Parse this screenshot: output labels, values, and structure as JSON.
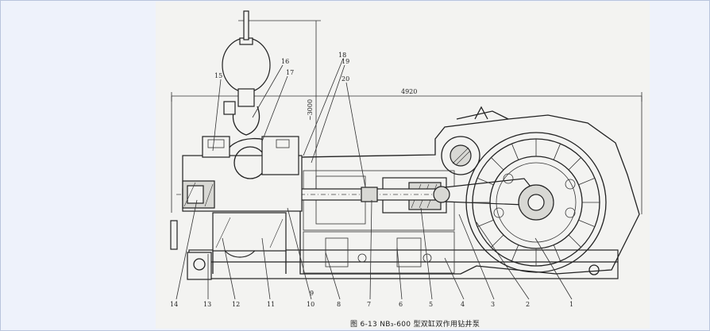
{
  "caption": "图 6-13 NB₃-600 型双缸双作用钻井泵",
  "dimensions": {
    "overall_length": "4920",
    "height": "~3000"
  },
  "part_numbers": [
    "1",
    "2",
    "3",
    "4",
    "5",
    "6",
    "7",
    "8",
    "9",
    "10",
    "11",
    "12",
    "13",
    "14",
    "15",
    "16",
    "17",
    "18",
    "19",
    "20"
  ]
}
